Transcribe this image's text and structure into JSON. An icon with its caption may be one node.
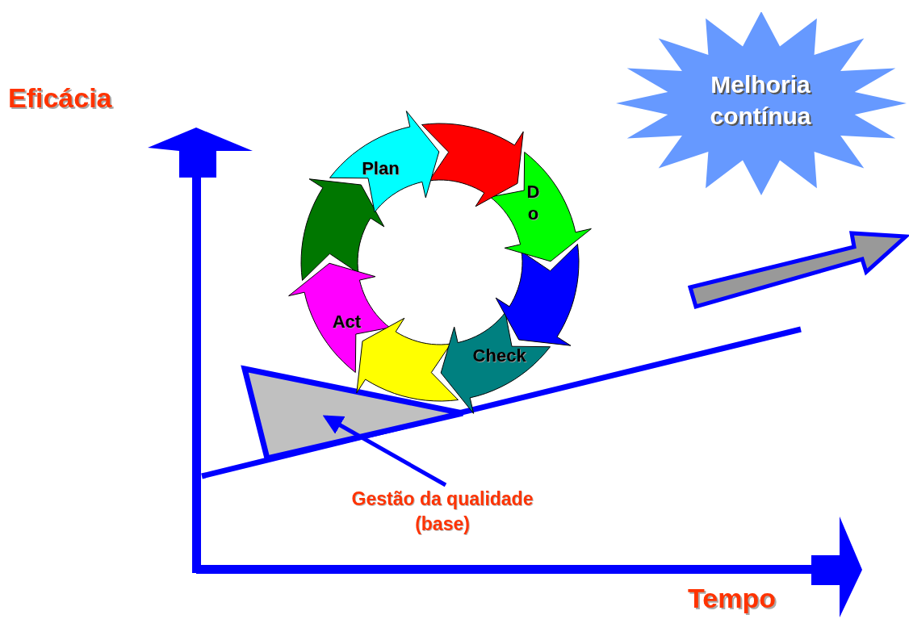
{
  "diagram": {
    "nodes": [
      {
        "text": [
          "Plan"
        ]
      },
      {
        "text": [],
        "shape": "arrow"
      },
      {
        "text": [
          "D o"
        ]
      },
      {
        "text": [],
        "shape": "arrow"
      },
      {
        "text": [
          "Check"
        ]
      },
      {
        "text": [],
        "shape": "arrow"
      },
      {
        "text": [
          "Act"
        ]
      },
      {
        "text": [],
        "shape": "arrow"
      },
      {
        "text": [
          "Melhoria contínua"
        ]
      },
      {
        "text": [
          "Gestão da qualidade (base)"
        ]
      },
      {
        "text": [],
        "shape": "triangle"
      }
    ],
    "edges": [
      {
        "from": 9,
        "to": 10,
        "arrow": "to"
      }
    ],
    "labels": [
      "Eficácia",
      "Tempo"
    ]
  }
}
